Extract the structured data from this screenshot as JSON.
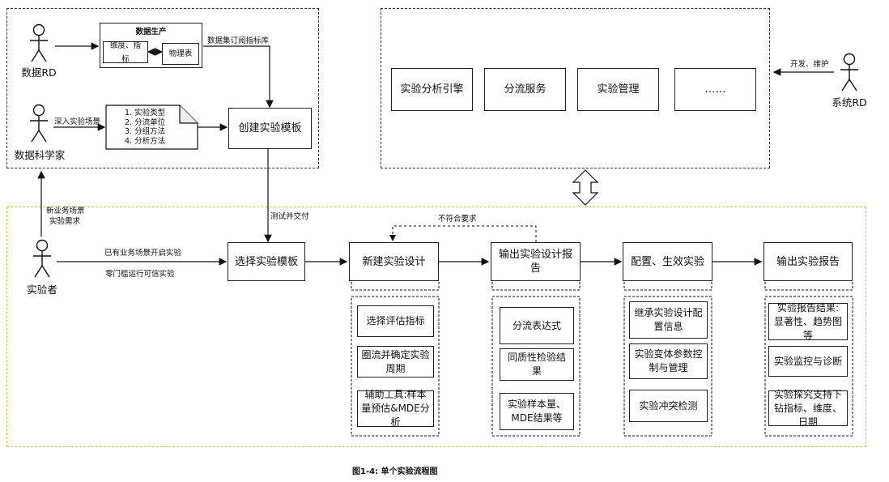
{
  "actors": {
    "data_rd": "数据RD",
    "data_scientist": "数据科学家",
    "experimenter": "实验者",
    "system_rd": "系统RD"
  },
  "data_production": {
    "title": "数据生产",
    "dimension": "维度、指标",
    "physical": "物理表"
  },
  "doc_list": [
    "1. 实验类型",
    "2. 分流单位",
    "3. 分组方法",
    "4. 分析方法"
  ],
  "boxes": {
    "create_template": "创建实验模板",
    "select_template": "选择实验模板",
    "new_design": "新建实验设计",
    "output_design_report": "输出实验设计报告",
    "config_effect": "配置、生效实验",
    "output_report": "输出实验报告"
  },
  "system_boxes": [
    "实验分析引擎",
    "分流服务",
    "实验管理",
    "……"
  ],
  "labels": {
    "subscribe": "数据集订阅指标库",
    "deep_scene": "深入实验场景",
    "test_deliver": "测试并交付",
    "not_meet": "不符合要求",
    "dev_maintain": "开发、维护",
    "new_business_1": "新业务场景",
    "new_business_2": "实验需求",
    "existing_scene": "已有业务场景开启实验",
    "zero_threshold": "零门槛运行可信实验"
  },
  "sub_boxes": {
    "design": [
      "选择评估指标",
      "圈流并确定实验周期",
      "辅助工具:样本量预估&MDE分析"
    ],
    "design_report": [
      "分流表达式",
      "同质性检验结果",
      "实验样本量、MDE结果等"
    ],
    "config": [
      "继承实验设计配置信息",
      "实验变体参数控制与管理",
      "实验冲突检测"
    ],
    "report": [
      "实验报告结果: 显著性、趋势图等",
      "实验监控与诊断",
      "实验探究支持下钻指标、维度、日期"
    ]
  },
  "caption": "图1-4: 单个实验流程图"
}
